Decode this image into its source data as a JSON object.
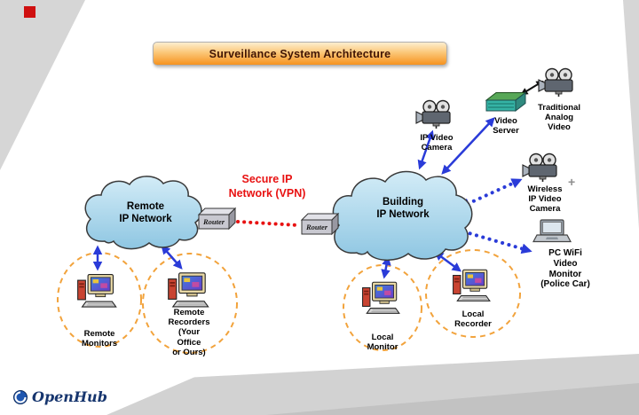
{
  "slide": {
    "title": "Surveillance System Architecture"
  },
  "clouds": {
    "remote": {
      "label": "Remote\nIP Network"
    },
    "building": {
      "label": "Building\nIP Network"
    }
  },
  "vpn": {
    "label": "Secure IP\nNetwork (VPN)"
  },
  "routers": {
    "left": {
      "label": "Router"
    },
    "right": {
      "label": "Router"
    }
  },
  "devices": {
    "ip_camera": {
      "label": "IP Video\nCamera"
    },
    "video_server": {
      "label": "Video\nServer"
    },
    "analog_video": {
      "label": "Traditional\nAnalog\nVideo"
    },
    "wireless_camera": {
      "label": "Wireless\nIP Video\nCamera"
    },
    "pc_wifi_monitor": {
      "label": "PC WiFi\nVideo\nMonitor\n(Police Car)"
    },
    "local_recorder": {
      "label": "Local\nRecorder"
    },
    "local_monitor": {
      "label": "Local\nMonitor"
    },
    "remote_recorders": {
      "label": "Remote\nRecorders\n(Your\nOffice\nor Ours)"
    },
    "remote_monitors": {
      "label": "Remote\nMonitors"
    }
  },
  "footer": {
    "logo_text": "OpenHub"
  },
  "misc": {
    "cursor_glyph": "+"
  },
  "colors": {
    "banner_orange": "#f6921e",
    "cloud_blue": "#a9d6ea",
    "vpn_red": "#e81212",
    "arrow_blue": "#2a3bd8",
    "dashed_circle_orange": "#f2a33c",
    "logo_navy": "#16356e",
    "accent_red_square": "#cf1010"
  }
}
